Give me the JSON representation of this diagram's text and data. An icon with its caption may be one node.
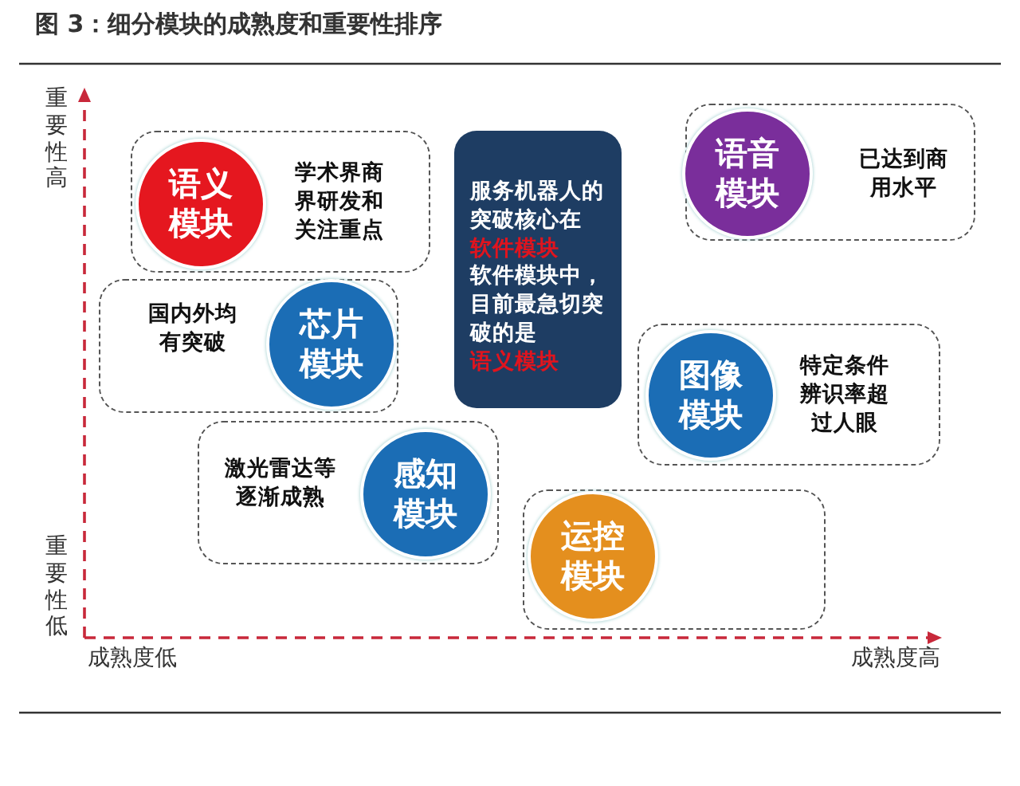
{
  "diagram": {
    "title": "图 3：细分模块的成熟度和重要性排序",
    "nodes": [
      {
        "text": [
          "学术界商界研发和关注重点"
        ]
      },
      {
        "text": [
          "语义模块"
        ],
        "in": 0
      },
      {
        "text": [
          "国内外均有突破"
        ]
      },
      {
        "text": [
          "芯片模块"
        ],
        "in": 2
      },
      {
        "text": [
          "激光雷达等逐渐成熟"
        ]
      },
      {
        "text": [
          "感知模块"
        ],
        "in": 4
      },
      {
        "text": [
          "服务机器人的突破核心在",
          "软件模块",
          "软件模块中，目前最急切突破的是",
          "语义模块"
        ]
      },
      {
        "text": [
          "已达到商用水平"
        ]
      },
      {
        "text": [
          "语音模块"
        ],
        "in": 7
      },
      {
        "text": [
          "特定条件辨识率超过人眼"
        ]
      },
      {
        "text": [
          "图像模块"
        ],
        "in": 9
      },
      {
        "text": [],
        "shape": "box"
      },
      {
        "text": [
          "运控模块"
        ],
        "in": 11
      }
    ],
    "labels": [
      "重要性高",
      "重要性低",
      "成熟度低",
      "成熟度高"
    ]
  }
}
